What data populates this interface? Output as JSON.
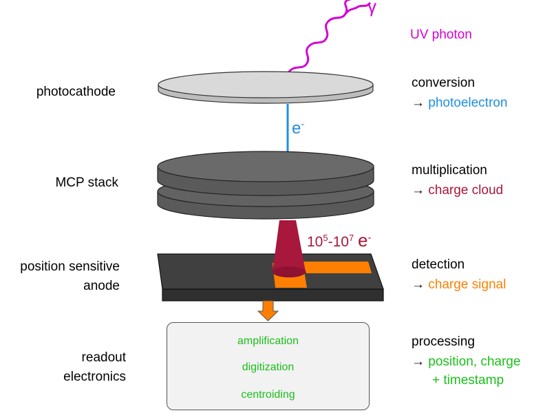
{
  "photon": {
    "symbol": "γ",
    "label": "UV photon",
    "color": "#d400d4"
  },
  "components": {
    "photocathode": "photocathode",
    "mcp_stack": "MCP stack",
    "anode_line1": "position sensitive",
    "anode_line2": "anode",
    "readout_line1": "readout",
    "readout_line2": "electronics"
  },
  "electron": {
    "symbol": "e",
    "charge": "-",
    "color": "#1f8fe0"
  },
  "gain": {
    "base1": "10",
    "exp1": "5",
    "dash": "-",
    "base2": "10",
    "exp2": "7",
    "unit": "e",
    "unit_exp": "-",
    "color": "#a8173c"
  },
  "stages": [
    {
      "title": "conversion",
      "arrow": "→",
      "result": "photoelectron",
      "color": "#1f8fe0"
    },
    {
      "title": "multiplication",
      "arrow": "→",
      "result": "charge cloud",
      "color": "#a8173c"
    },
    {
      "title": "detection",
      "arrow": "→",
      "result": "charge signal",
      "color": "#ff7f00"
    },
    {
      "title": "processing",
      "arrow": "→",
      "result": "position, charge",
      "result2": "+ timestamp",
      "color": "#1bbf1b"
    }
  ],
  "readout_steps": [
    "amplification",
    "digitization",
    "centroiding"
  ],
  "colors": {
    "photocathode": "#d9d9d9",
    "mcp": "#5a5a5a",
    "anode": "#404040",
    "charge_cloud": "#a8173c",
    "anode_strip": "#ff7f00",
    "readout_box": "#f2f2f2"
  }
}
